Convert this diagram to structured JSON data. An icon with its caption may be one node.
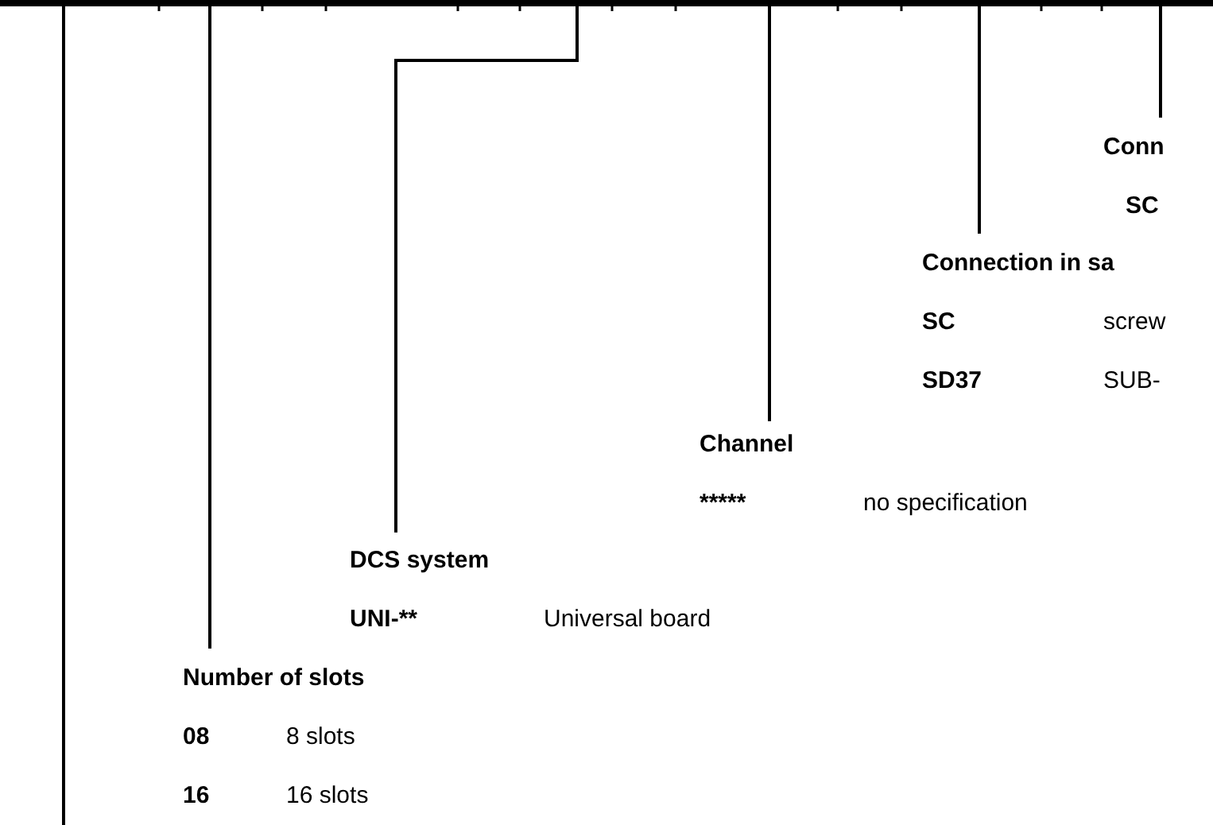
{
  "diagram": {
    "nodes": [
      {
        "text": [],
        "shape": "bar"
      },
      {
        "text": [
          "Conn",
          "SC"
        ]
      },
      {
        "text": [
          "Connection in sa",
          "SC",
          "screw",
          "SD37",
          "SUB-"
        ]
      },
      {
        "text": [
          "Channel",
          "*****",
          "no specification"
        ]
      },
      {
        "text": [
          "DCS system",
          "UNI-**",
          "Universal board"
        ]
      },
      {
        "text": [
          "Number of slots",
          "08",
          "8 slots",
          "16",
          "16 slots"
        ]
      }
    ],
    "edges": [
      {
        "from": 0,
        "to": 1,
        "arrow": "none"
      },
      {
        "from": 0,
        "to": 2,
        "arrow": "none"
      },
      {
        "from": 0,
        "to": 3,
        "arrow": "none"
      },
      {
        "from": 0,
        "to": 4,
        "arrow": "none"
      },
      {
        "from": 0,
        "to": 5,
        "arrow": "none"
      }
    ]
  }
}
